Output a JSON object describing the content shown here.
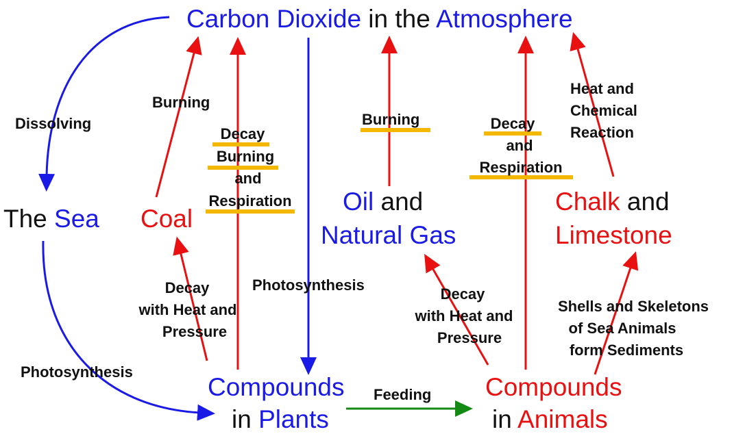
{
  "colors": {
    "blue": "#1a1ae6",
    "red": "#e81010",
    "green": "#138a13",
    "highlight": "#f5b800",
    "text": "#111111"
  },
  "nodes": {
    "atmosphere": {
      "part1": "Carbon Dioxide",
      "part2": " in the ",
      "part3": "Atmosphere"
    },
    "sea": {
      "part1": "The ",
      "part2": "Sea"
    },
    "coal": "Coal",
    "oil": {
      "line1a": "Oil",
      "line1b": " and",
      "line2": "Natural Gas"
    },
    "chalk": {
      "line1a": "Chalk",
      "line1b": " and",
      "line2": "Limestone"
    },
    "plants": {
      "line1": "Compounds",
      "line2a": "in ",
      "line2b": "Plants"
    },
    "animals": {
      "line1": "Compounds",
      "line2a": "in ",
      "line2b": "Animals"
    }
  },
  "labels": {
    "dissolving": "Dissolving",
    "coal_burning": "Burning",
    "plants_release": [
      "Decay",
      "Burning",
      "and",
      "Respiration"
    ],
    "oil_burning": "Burning",
    "animals_release": [
      "Decay",
      "and",
      "Respiration"
    ],
    "chalk_release": [
      "Heat and",
      "Chemical",
      "Reaction"
    ],
    "photosynthesis_atmos": "Photosynthesis",
    "coal_formation": [
      "Decay",
      "with Heat and",
      "Pressure"
    ],
    "oil_formation": [
      "Decay",
      "with Heat and",
      "Pressure"
    ],
    "sediments": [
      "Shells and Skeletons",
      "of Sea Animals",
      "form Sediments"
    ],
    "photosynthesis_sea": "Photosynthesis",
    "feeding": "Feeding"
  }
}
